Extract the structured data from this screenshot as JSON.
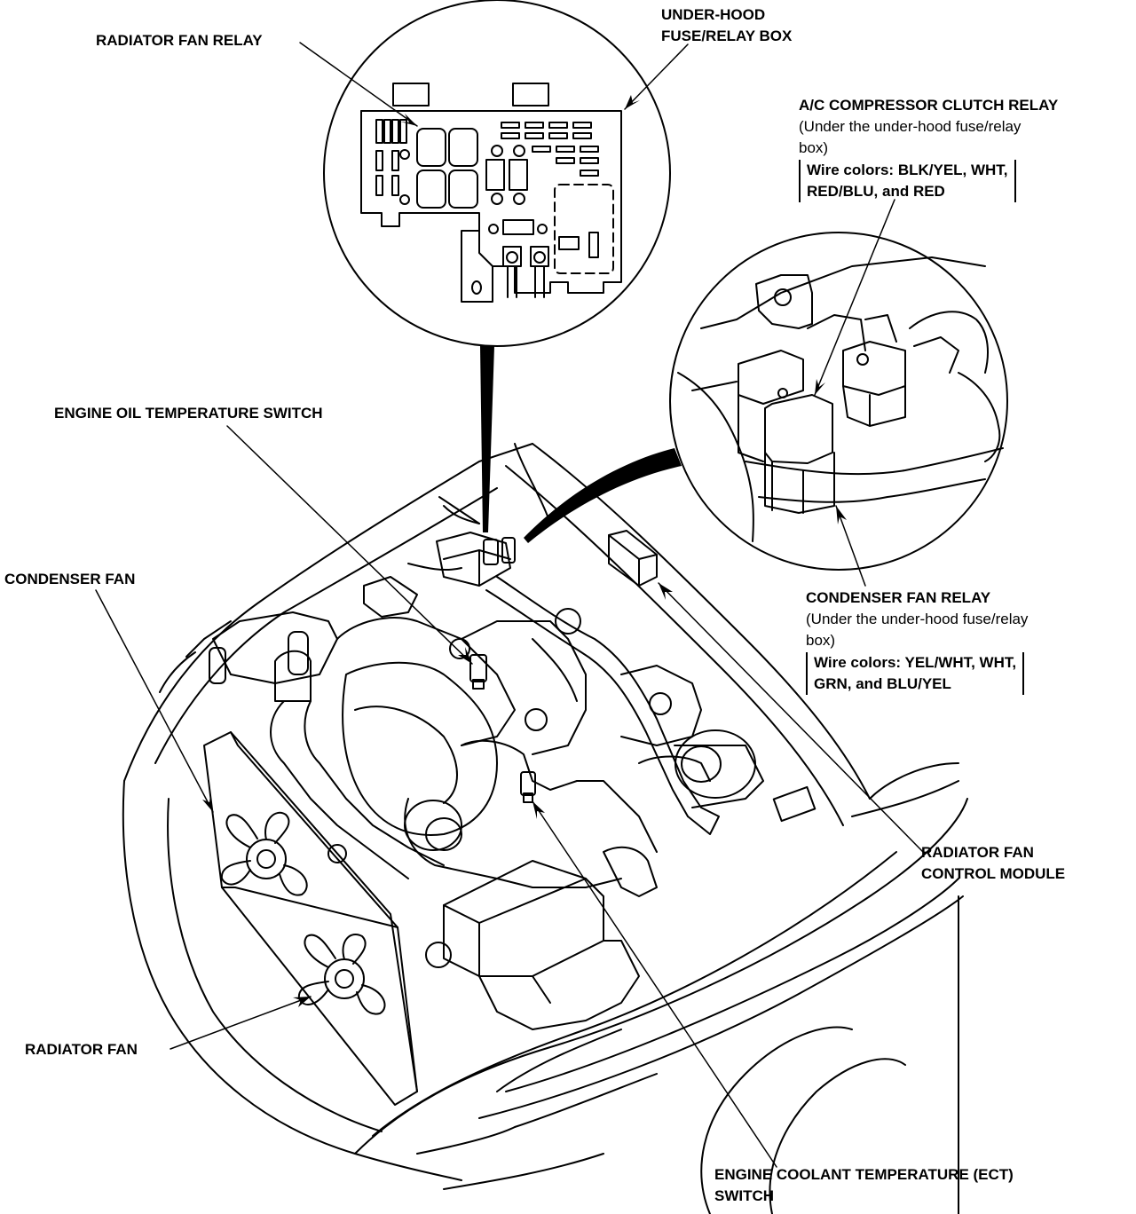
{
  "labels": {
    "radiator_fan_relay": "RADIATOR FAN RELAY",
    "under_hood_box_line1": "UNDER-HOOD",
    "under_hood_box_line2": "FUSE/RELAY BOX",
    "ac_relay_title": "A/C COMPRESSOR CLUTCH RELAY",
    "ac_relay_note_line1": "(Under the under-hood fuse/relay",
    "ac_relay_note_line2": "box)",
    "ac_relay_wires_line1": "Wire colors: BLK/YEL, WHT,",
    "ac_relay_wires_line2": "RED/BLU, and RED",
    "engine_oil_temp_switch": "ENGINE OIL TEMPERATURE SWITCH",
    "condenser_fan": "CONDENSER FAN",
    "condenser_fan_relay_title": "CONDENSER FAN RELAY",
    "condenser_fan_relay_note_line1": "(Under the under-hood fuse/relay",
    "condenser_fan_relay_note_line2": "box)",
    "condenser_fan_relay_wires_line1": "Wire colors: YEL/WHT, WHT,",
    "condenser_fan_relay_wires_line2": "GRN, and BLU/YEL",
    "radiator_fan_control_module_line1": "RADIATOR FAN",
    "radiator_fan_control_module_line2": "CONTROL MODULE",
    "radiator_fan": "RADIATOR FAN",
    "ect_switch_line1": "ENGINE COOLANT TEMPERATURE (ECT)",
    "ect_switch_line2": "SWITCH"
  }
}
